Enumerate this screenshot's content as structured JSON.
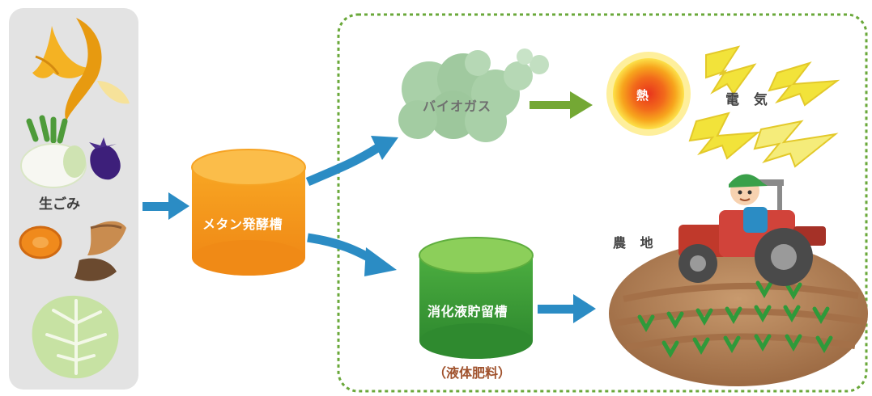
{
  "labels": {
    "food_waste": "生ごみ",
    "methane_tank": "メタン発酵槽",
    "biogas": "バイオガス",
    "heat": "熱",
    "electricity": "電 気",
    "digestate_tank": "消化液貯留槽",
    "liquid_fertilizer": "（液体肥料）",
    "farmland": "農 地"
  },
  "colors": {
    "arrow_blue": "#2b8cc4",
    "arrow_green": "#74a834",
    "tank_orange": "#f29a1e",
    "tank_green": "#4aa83e",
    "dashed_border": "#6aa83a",
    "waste_panel": "#e3e3e3",
    "biogas_cloud": "#a9d0a8",
    "sun": "#f39c12",
    "lightning": "#f2e33a",
    "soil": "#b5825a",
    "tractor": "#c0392b"
  },
  "icons": [
    "banana-peel-icon",
    "turnip-icon",
    "eggplant-icon",
    "carrot-slice-icon",
    "potato-peel-icon",
    "cabbage-icon",
    "cloud-icon",
    "sun-icon",
    "lightning-icon",
    "tractor-icon",
    "farmer-icon",
    "sprout-icon"
  ]
}
